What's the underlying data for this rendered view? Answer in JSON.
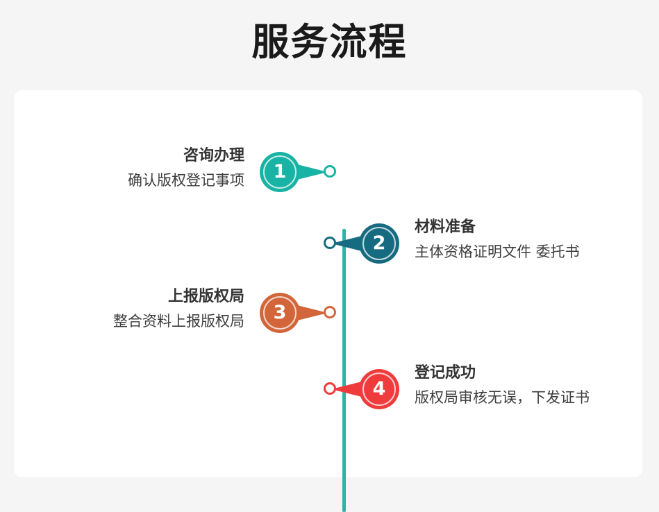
{
  "page": {
    "title": "服务流程",
    "background_color": "#f5f5f5",
    "card_color": "#ffffff",
    "axis_color": "#2bb5a5"
  },
  "timeline": {
    "orientation": "vertical",
    "steps": [
      {
        "number": "1",
        "title": "咨询办理",
        "subtitle": "确认版权登记事项",
        "color": "#18b3a4",
        "side": "left"
      },
      {
        "number": "2",
        "title": "材料准备",
        "subtitle": "主体资格证明文件 委托书",
        "color": "#176b80",
        "side": "right"
      },
      {
        "number": "3",
        "title": "上报版权局",
        "subtitle": "整合资料上报版权局",
        "color": "#d2663a",
        "side": "left"
      },
      {
        "number": "4",
        "title": "登记成功",
        "subtitle": "版权局审核无误，下发证书",
        "color": "#ef3b3b",
        "side": "right"
      }
    ]
  }
}
